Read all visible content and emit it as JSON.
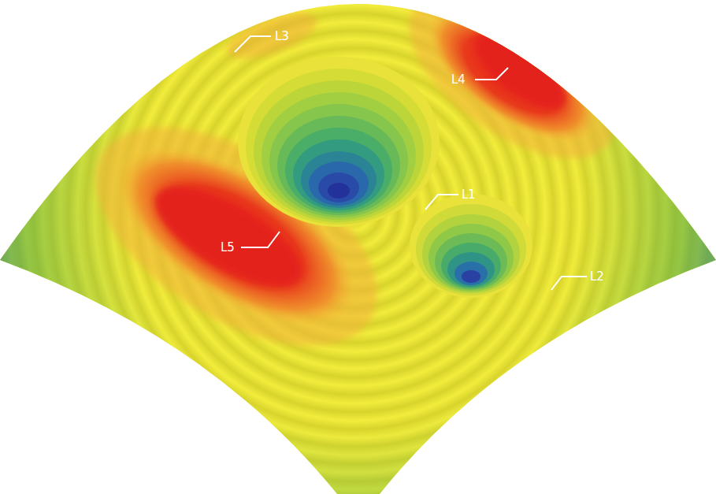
{
  "diagram": {
    "labels": [
      "L3",
      "L4",
      "L1",
      "L5",
      "L2"
    ]
  }
}
